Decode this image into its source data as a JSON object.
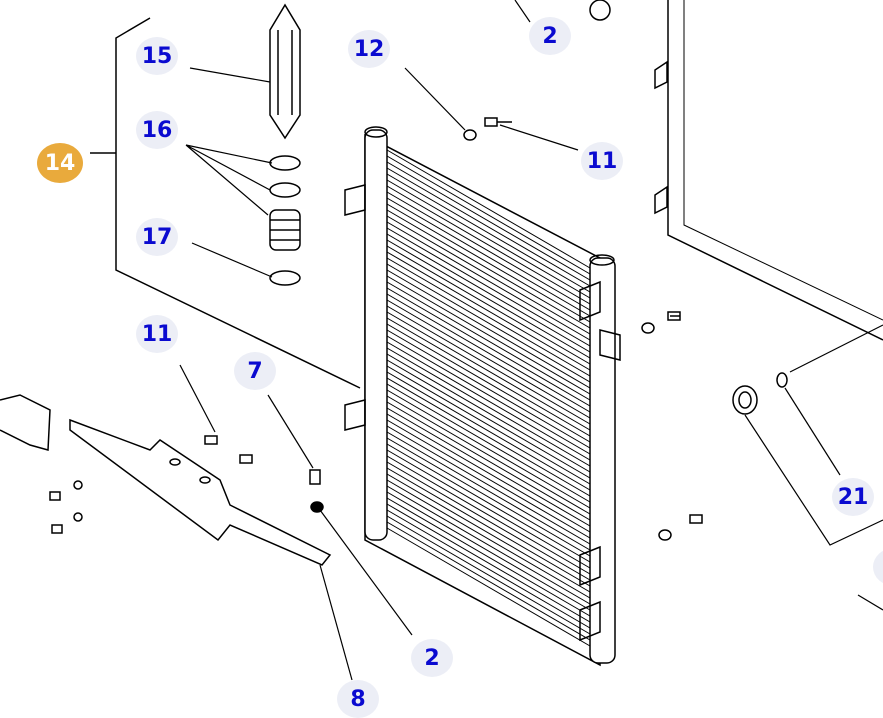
{
  "callouts": [
    {
      "id": "c2-top",
      "label": "2"
    },
    {
      "id": "c12",
      "label": "12"
    },
    {
      "id": "c11-top",
      "label": "11"
    },
    {
      "id": "c15",
      "label": "15"
    },
    {
      "id": "c16",
      "label": "16"
    },
    {
      "id": "c14",
      "label": "14",
      "highlighted": true
    },
    {
      "id": "c17",
      "label": "17"
    },
    {
      "id": "c11-left",
      "label": "11"
    },
    {
      "id": "c7",
      "label": "7"
    },
    {
      "id": "c21",
      "label": "21"
    },
    {
      "id": "c2-bottom",
      "label": "2"
    },
    {
      "id": "c8",
      "label": "8"
    }
  ],
  "colors": {
    "highlight": "#e9aa3c",
    "callout_bg": "#eceef6",
    "callout_text": "#0a0ad0"
  }
}
